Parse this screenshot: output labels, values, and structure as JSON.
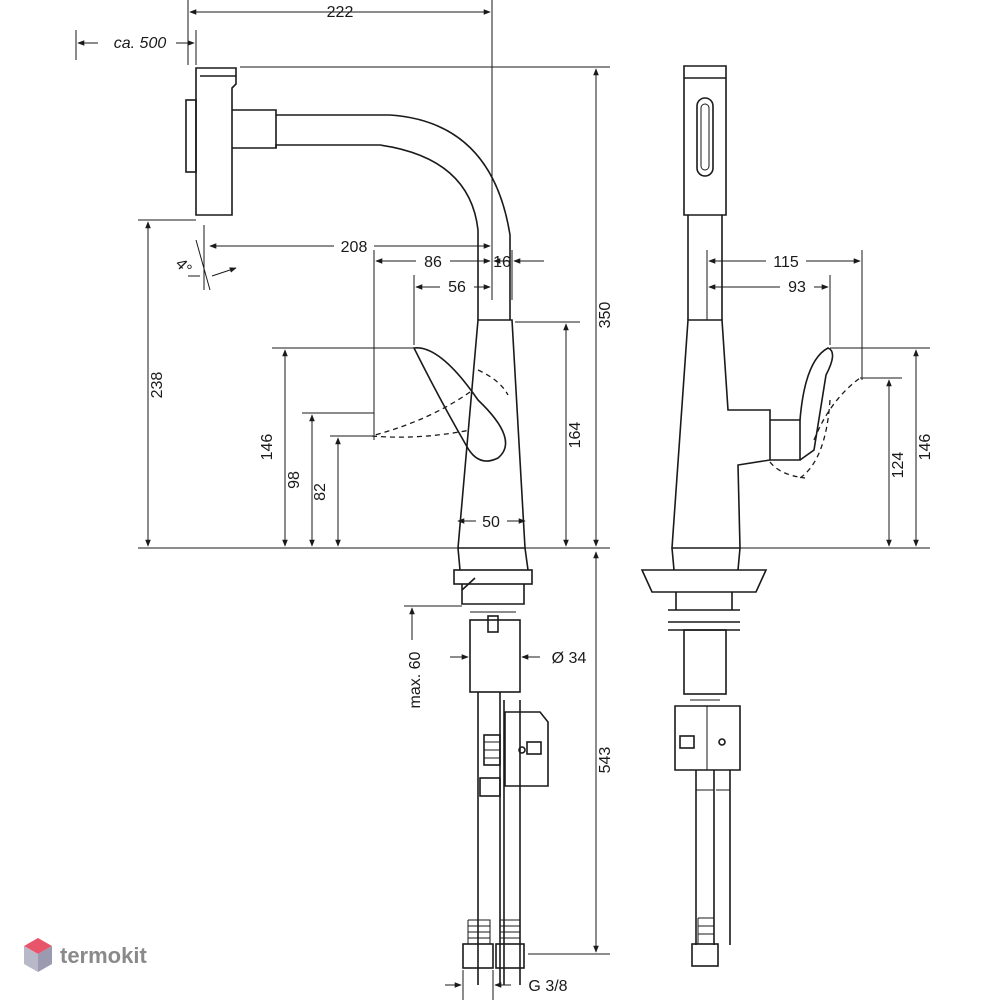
{
  "dimensions": {
    "width_222": "222",
    "pullout": "ca. 500",
    "spray_angle": "4°",
    "reach_208": "208",
    "d86": "86",
    "d16": "16",
    "d56": "56",
    "height_350": "350",
    "height_238": "238",
    "height_164": "164",
    "lever_146": "146",
    "lever_98": "98",
    "lever_82": "82",
    "base_50": "50",
    "max_60": "max. 60",
    "dia_34": "Ø 34",
    "hose_543": "543",
    "thread": "G 3/8",
    "side_115": "115",
    "side_93": "93",
    "side_124": "124",
    "side_146": "146"
  },
  "brand": {
    "name": "termokit",
    "colors": {
      "logo_top": "#e8556a",
      "logo_side": "#b8b8c8",
      "text": "#8a8a8a"
    }
  }
}
